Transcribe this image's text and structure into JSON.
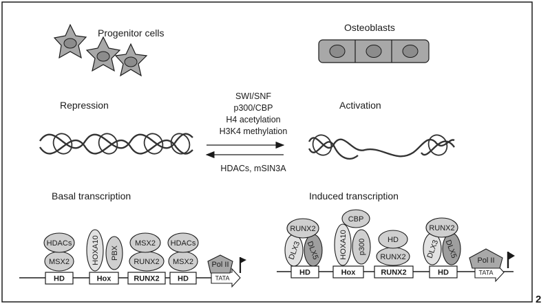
{
  "top": {
    "progenitor_label": "Progenitor cells",
    "osteoblast_label": "Osteoblasts"
  },
  "middle": {
    "repression_label": "Repression",
    "activation_label": "Activation",
    "activators": [
      "SWI/SNF",
      "p300/CBP",
      "H4 acetylation",
      "H3K4 methylation"
    ],
    "repressors": "HDACs, mSIN3A"
  },
  "bottom": {
    "basal_label": "Basal transcription",
    "induced_label": "Induced transcription",
    "basal": {
      "proteins": [
        "HDACs",
        "MSX2",
        "HOXA10",
        "PBX",
        "MSX2",
        "RUNX2",
        "HDACs",
        "MSX2",
        "Pol II"
      ],
      "elements": [
        "HD",
        "Hox",
        "RUNX2",
        "HD",
        "TATA"
      ]
    },
    "induced": {
      "proteins": [
        "RUNX2",
        "DLX3",
        "DLX5",
        "CBP",
        "HOXA10",
        "p300",
        "HD",
        "RUNX2",
        "RUNX2",
        "DLX3",
        "DLX5",
        "Pol II"
      ],
      "elements": [
        "HD",
        "Hox",
        "RUNX2",
        "HD",
        "TATA"
      ]
    }
  },
  "panel_number": "2",
  "colors": {
    "ink": "#1a1a1a",
    "cell_fill": "#a8a8a8",
    "nucleus_fill": "#8c8c8c",
    "protein_fill": "#cfcfcf",
    "protein_light": "#e2e2e2",
    "protein_dark": "#9e9e9e"
  }
}
